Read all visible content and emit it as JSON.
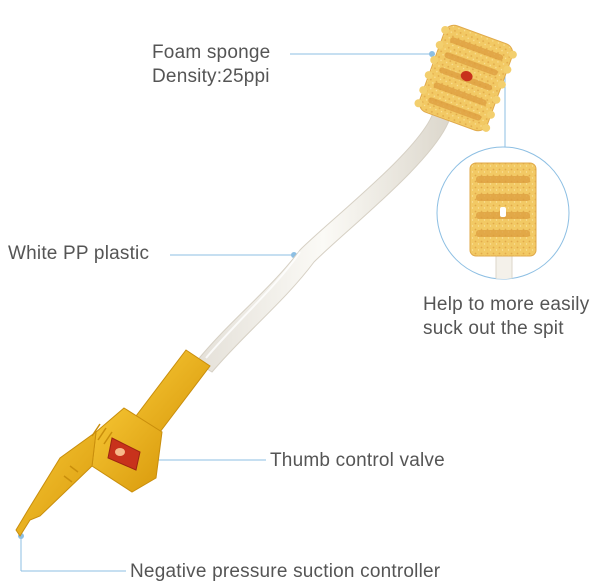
{
  "labels": {
    "foam_sponge": "Foam sponge",
    "density": "Density:25ppi",
    "white_pp_plastic": "White PP plastic",
    "help_line1": "Help to more easily",
    "help_line2": "suck out the spit",
    "thumb_control_valve": "Thumb control valve",
    "negative_pressure_controller": "Negative pressure suction controller"
  },
  "colors": {
    "sponge": "#f0c55a",
    "sponge_dark": "#d99a3a",
    "handle": "#f0b51e",
    "handle_dark": "#d08f0a",
    "valve_red": "#c8321c",
    "tube": "#f4f1ea",
    "leader_line": "#7fb6e0",
    "text": "#555555"
  }
}
